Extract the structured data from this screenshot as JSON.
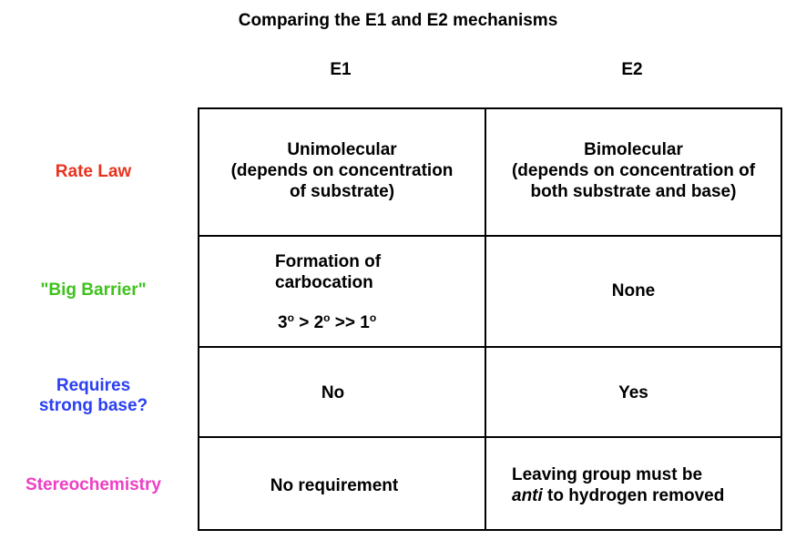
{
  "title": "Comparing the E1 and E2 mechanisms",
  "columns": [
    "E1",
    "E2"
  ],
  "rows": [
    {
      "label": "Rate Law",
      "label_color": "#e8321f",
      "e1": [
        "Unimolecular",
        "(depends on concentration",
        "of  substrate)"
      ],
      "e2": [
        "Bimolecular",
        "(depends on concentration of",
        "both substrate and base)"
      ]
    },
    {
      "label": "\"Big Barrier\"",
      "label_color": "#3fc21c",
      "e1": [
        "Formation of",
        "carbocation"
      ],
      "e1_order": {
        "a": "3",
        "b": "2",
        "c": "1",
        "sup": "o",
        "op1": " > ",
        "op2": " >> "
      },
      "e2": [
        "None"
      ]
    },
    {
      "label_lines": [
        "Requires",
        "strong base?"
      ],
      "label_color": "#2a3ff2",
      "e1": [
        "No"
      ],
      "e2": [
        "Yes"
      ]
    },
    {
      "label": "Stereochemistry",
      "label_color": "#ec3fc4",
      "e1": [
        "No requirement"
      ],
      "e2": [
        "Leaving group must be"
      ],
      "e2_line2": {
        "italic": "anti",
        "rest": " to hydrogen removed"
      }
    }
  ]
}
